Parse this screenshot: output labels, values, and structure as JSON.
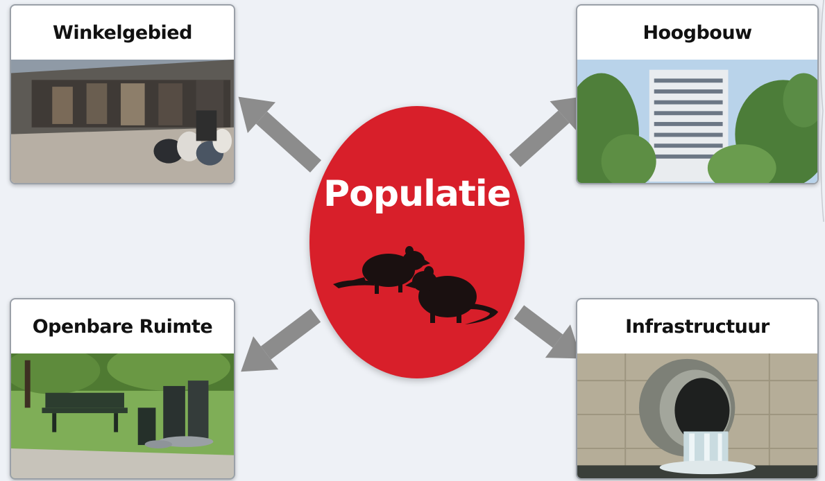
{
  "center": {
    "label": "Populatie",
    "color": "#d81f2a",
    "icons": [
      "rat-icon",
      "rat-icon"
    ]
  },
  "cards": {
    "top_left": {
      "title": "Winkelgebied"
    },
    "top_right": {
      "title": "Hoogbouw"
    },
    "bottom_left": {
      "title": "Openbare Ruimte"
    },
    "bottom_right": {
      "title": "Infrastructuur"
    }
  },
  "arrow_color": "#8c8c8c",
  "background_color": "#eef1f6"
}
